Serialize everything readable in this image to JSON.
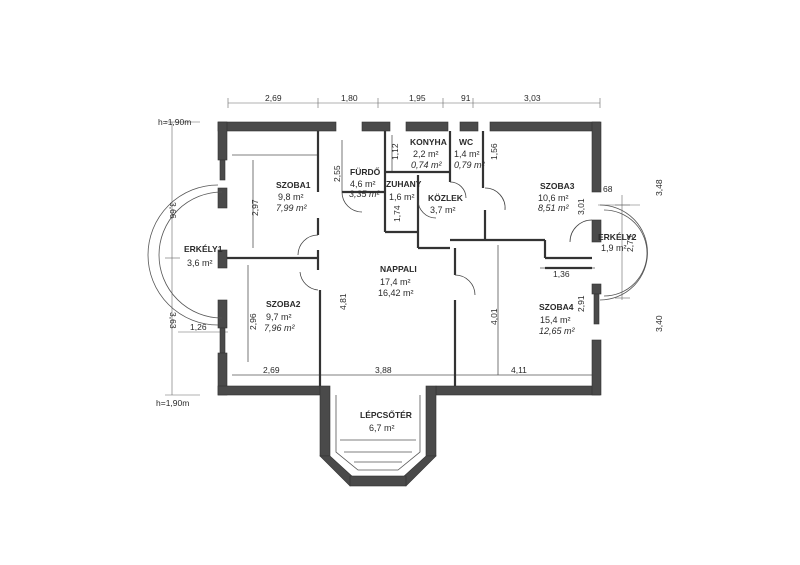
{
  "rooms": {
    "szoba1": {
      "name": "SZOBA1",
      "area": "9,8 m²",
      "area2": "7,99 m²"
    },
    "szoba2": {
      "name": "SZOBA2",
      "area": "9,7 m²",
      "area2": "7,96 m²"
    },
    "szoba3": {
      "name": "SZOBA3",
      "area": "10,6 m²",
      "area2": "8,51 m²"
    },
    "szoba4": {
      "name": "SZOBA4",
      "area": "15,4 m²",
      "area2": "12,65 m²"
    },
    "furdo": {
      "name": "FÜRDŐ",
      "area": "4,6 m²",
      "area2": "3,35 m²"
    },
    "zuhany": {
      "name": "ZUHANY",
      "area": "1,6 m²"
    },
    "konyha": {
      "name": "KONYHA",
      "area": "2,2 m²",
      "area2": "0,74 m²"
    },
    "wc": {
      "name": "WC",
      "area": "1,4 m²",
      "area2": "0,79 m²"
    },
    "kozlek": {
      "name": "KÖZLEK",
      "area": "3,7 m²"
    },
    "nappali": {
      "name": "NAPPALI",
      "area": "17,4 m²",
      "area2": "16,42 m²"
    },
    "erkely1": {
      "name": "ERKÉLY1",
      "area": "3,6 m²"
    },
    "erkely2": {
      "name": "ERKÉLY2",
      "area": "1,9 m²"
    },
    "lepcsoter": {
      "name": "LÉPCSŐTÉR",
      "area": "6,7 m²"
    }
  },
  "heights": {
    "top": "h=1,90m",
    "bottom": "h=1,90m"
  },
  "dimensions": {
    "top": [
      "2,69",
      "1,80",
      "1,95",
      "91",
      "3,03"
    ],
    "left_outer": [
      "3,66",
      "3,63"
    ],
    "left_inner": "1,26",
    "right_outer": [
      "68",
      "2,73"
    ],
    "right_cut": [
      "3,48",
      "3,40"
    ],
    "interior": {
      "furdo_h": "2,55",
      "konyha_h": "1,12",
      "wc_h": "1,56",
      "zuhany_h": "1,74",
      "szoba1_h": "2,97",
      "szoba2_h": "2,96",
      "nappali_h": "4,81",
      "szoba4_h": "4,01",
      "szoba3_h": "3,01",
      "erkely2_w": "1,36",
      "erkely2_h": "2,91",
      "bottom_left": "2,69",
      "bottom_mid": "3,88",
      "bottom_right": "4,11"
    }
  }
}
